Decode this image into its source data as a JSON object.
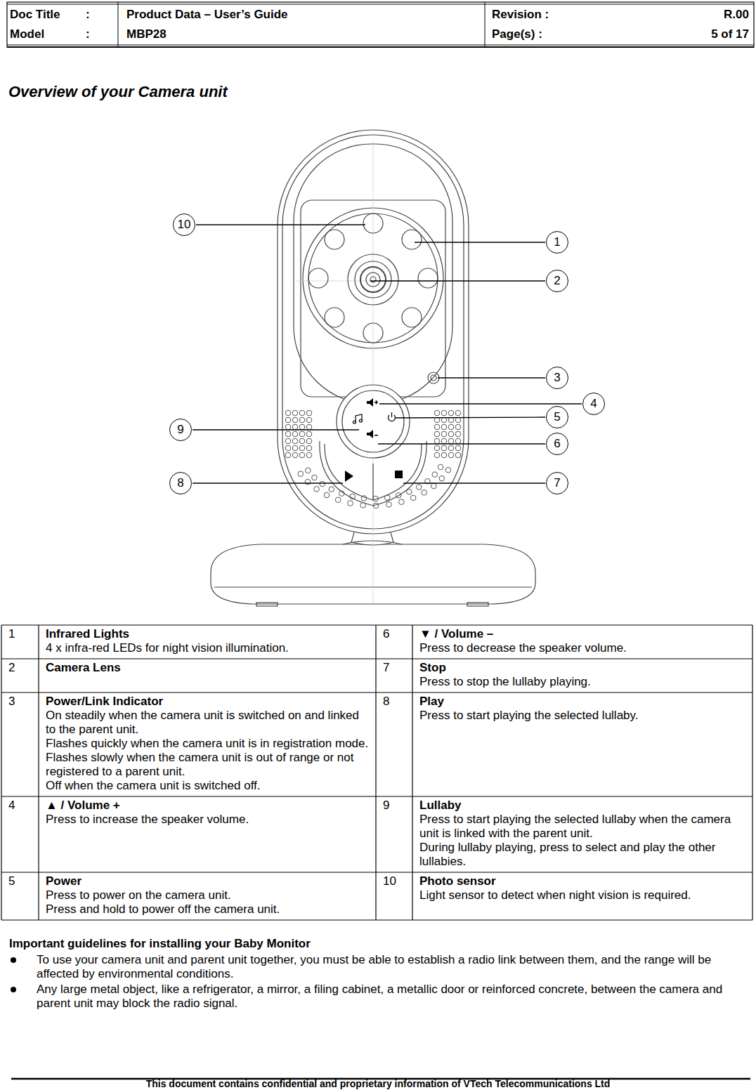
{
  "diagram": {
    "title": "Overview of your Camera unit",
    "labels": [
      "Doc Title",
      ":",
      "Product Data – User’s Guide",
      "Revision :",
      "R.00",
      "Model",
      ":",
      "MBP28",
      "Page(s) :",
      "5 of 17",
      "10",
      "1",
      "2",
      "3",
      "4",
      "5",
      "9",
      "6",
      "8",
      "7",
      "1",
      "Infrared Lights",
      "4 x infra-red LEDs for night vision illumination.",
      "6",
      "▼ / Volume –",
      "Press to decrease the speaker volume.",
      "2",
      "Camera Lens",
      "7",
      "Stop",
      "Press to stop the lullaby playing.",
      "3",
      "Power/Link Indicator",
      "On steadily when the camera unit is switched on and linked to the parent unit.",
      "Flashes quickly when the camera unit is in registration mode.",
      "Flashes slowly when the camera unit is out of range or not registered to a parent unit.",
      "Off when the camera unit is switched off.",
      "8",
      "Play",
      "Press to start playing the selected lullaby.",
      "4",
      "▲ / Volume +",
      "Press to increase the speaker volume.",
      "9",
      "Lullaby",
      "Press to start playing the selected lullaby when the camera unit is linked with the parent unit.",
      "During lullaby playing, press to select and play the other lullabies.",
      "5",
      "Power",
      "Press to power on the camera unit.",
      "Press and hold to power off the camera unit.",
      "10",
      "Photo sensor",
      "Light sensor to detect when night vision is required.",
      "Important guidelines for installing your Baby Monitor",
      "To use your camera unit and parent unit together, you must be able to establish a radio link between them, and the range will be affected by environmental conditions.",
      "Any large metal object, like a refrigerator, a mirror, a filing cabinet, a metallic door or reinforced concrete, between the camera and parent unit may block the radio signal.",
      "This document contains confidential and proprietary information of VTech Telecommunications Ltd"
    ]
  }
}
